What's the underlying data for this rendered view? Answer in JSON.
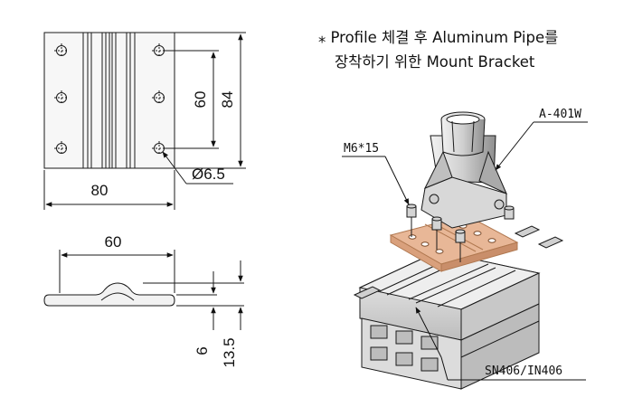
{
  "title": {
    "line1": "⁎ Profile 체결 후 Aluminum Pipe를",
    "line2": "장착하기 위한 Mount Bracket"
  },
  "dimensions": {
    "top_width": "80",
    "hole_pitch": "60",
    "overall_height": "84",
    "hole_dia": "Ø6.5",
    "side_pitch": "60",
    "thickness": "6",
    "side_height": "13.5"
  },
  "callouts": {
    "screw": "M6*15",
    "pipe_connector": "A-401W",
    "nut": "SN406/IN406"
  },
  "colors": {
    "line": "#1a1a1a",
    "plate": "#e8b797",
    "plate_edge": "#b07850",
    "metal": "#d9d9d9",
    "metal_dark": "#9a9a9a"
  }
}
